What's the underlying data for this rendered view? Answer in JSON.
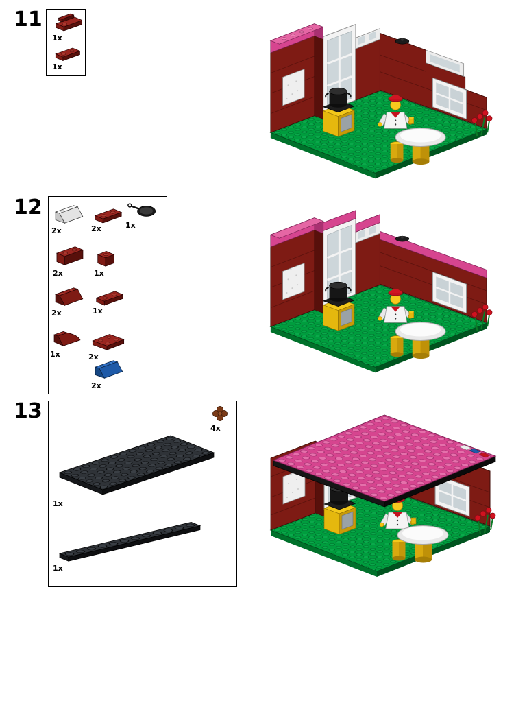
{
  "steps": [
    {
      "number": "11",
      "parts": [
        {
          "name": "dark-red-1x2-plate-with-handle",
          "qty": "1x"
        },
        {
          "name": "dark-red-1x2-plate",
          "qty": "1x"
        }
      ],
      "model": "kitchen-assembly-after-step-11"
    },
    {
      "number": "12",
      "parts": [
        {
          "name": "white-slope-brick",
          "qty": "2x"
        },
        {
          "name": "dark-red-1x2-plate",
          "qty": "2x"
        },
        {
          "name": "black-frying-pan",
          "qty": "1x"
        },
        {
          "name": "dark-red-1x2-brick",
          "qty": "2x"
        },
        {
          "name": "dark-red-1x1-brick",
          "qty": "1x"
        },
        {
          "name": "dark-red-slope-brick",
          "qty": "2x"
        },
        {
          "name": "dark-red-1x2-plate-b",
          "qty": "1x"
        },
        {
          "name": "dark-red-curved-slope",
          "qty": "1x"
        },
        {
          "name": "dark-red-2x2-plate",
          "qty": "2x"
        },
        {
          "name": "blue-slope-brick",
          "qty": "2x"
        }
      ],
      "model": "kitchen-assembly-after-step-12"
    },
    {
      "number": "13",
      "parts": [
        {
          "name": "reddish-brown-flower",
          "qty": "4x"
        },
        {
          "name": "black-6x12-plate",
          "qty": "1x"
        },
        {
          "name": "black-1x12-plate",
          "qty": "1x"
        }
      ],
      "model": "kitchen-assembly-after-step-13"
    }
  ],
  "colors": {
    "dark_red": "#7e1b14",
    "magenta": "#d6458f",
    "green_base": "#009d3e",
    "yellow": "#e5b80e",
    "blue": "#1e5aa8",
    "black_part": "#1a1a1a",
    "white_part": "#f3f3f3",
    "brown": "#7b3a17",
    "flower_red": "#d0121f"
  }
}
